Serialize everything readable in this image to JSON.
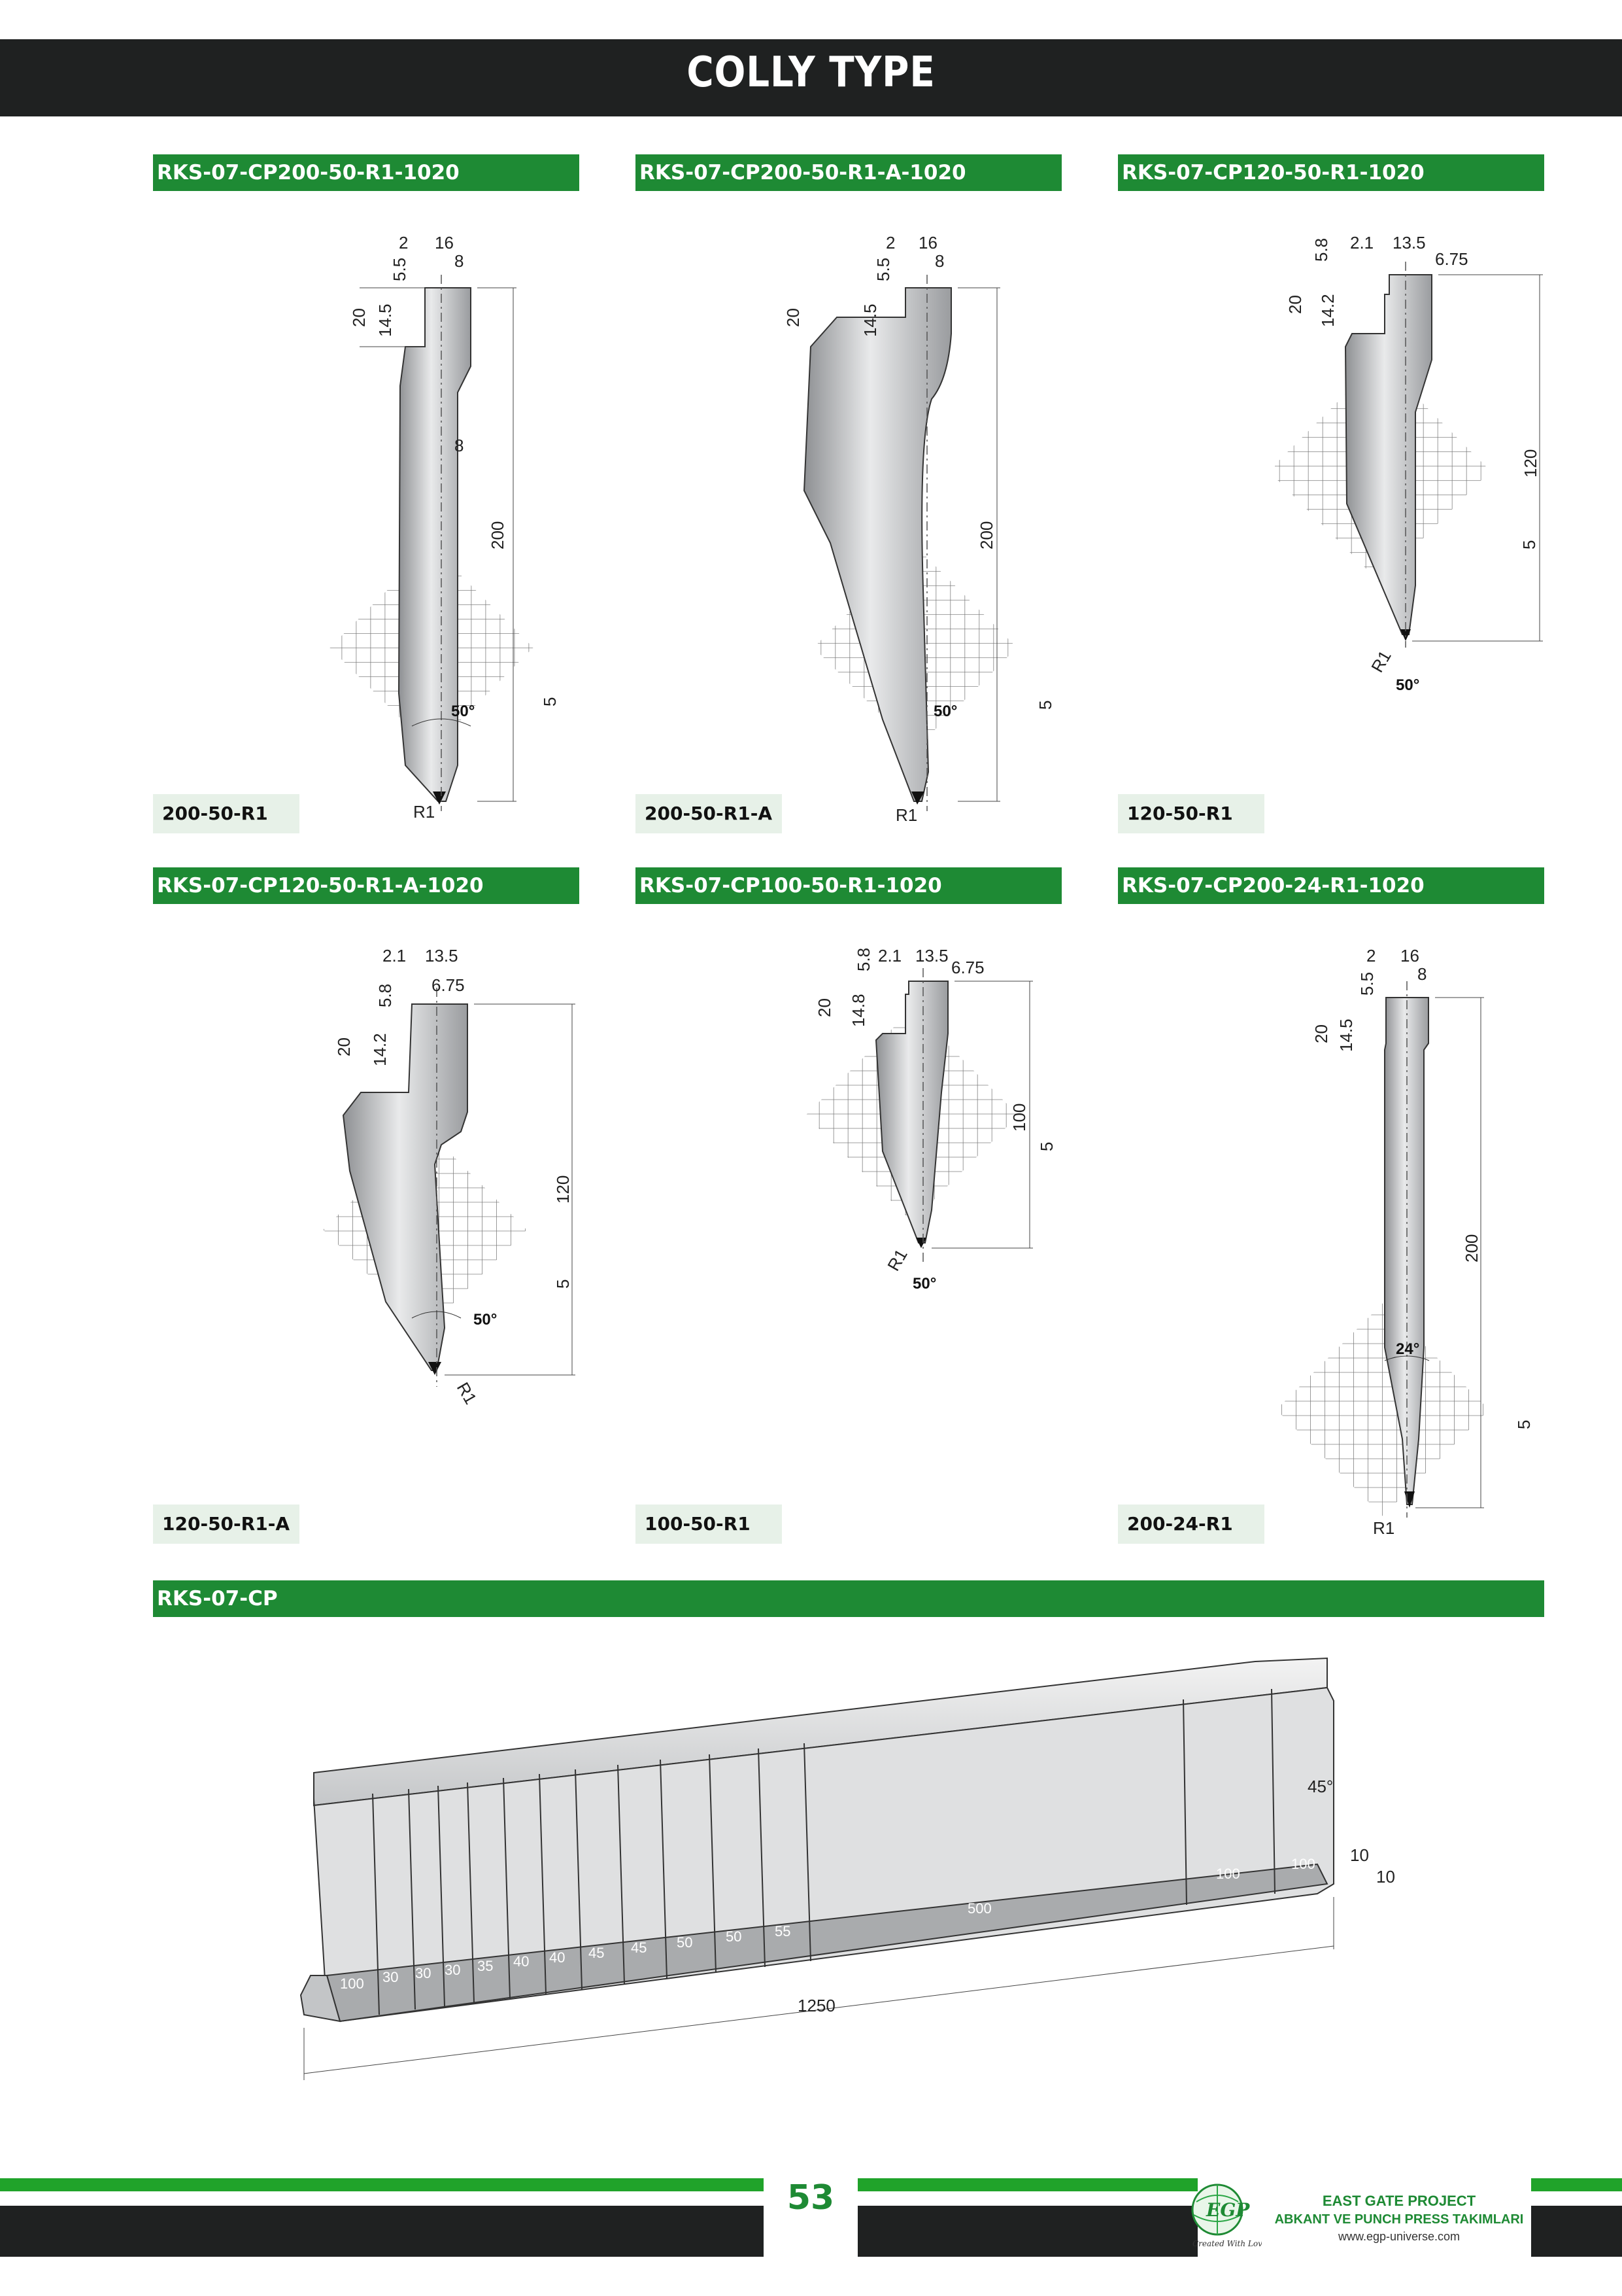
{
  "header": {
    "title": "COLLY TYPE"
  },
  "tools": [
    {
      "code": "RKS-07-CP200-50-R1-1020",
      "caption": "200-50-R1",
      "dims": [
        "2",
        "16",
        "8",
        "5.5",
        "20",
        "14.5",
        "8",
        "200",
        "5",
        "50°",
        "R1"
      ]
    },
    {
      "code": "RKS-07-CP200-50-R1-A-1020",
      "caption": "200-50-R1-A",
      "dims": [
        "2",
        "16",
        "8",
        "5.5",
        "20",
        "14.5",
        "200",
        "5",
        "50°",
        "R1"
      ]
    },
    {
      "code": "RKS-07-CP120-50-R1-1020",
      "caption": "120-50-R1",
      "dims": [
        "5.8",
        "2.1",
        "13.5",
        "6.75",
        "20",
        "14.2",
        "120",
        "5",
        "R1",
        "50°"
      ]
    },
    {
      "code": "RKS-07-CP120-50-R1-A-1020",
      "caption": "120-50-R1-A",
      "dims": [
        "2.1",
        "13.5",
        "5.8",
        "6.75",
        "20",
        "14.2",
        "120",
        "5",
        "50°",
        "R1"
      ]
    },
    {
      "code": "RKS-07-CP100-50-R1-1020",
      "caption": "100-50-R1",
      "dims": [
        "5.8",
        "2.1",
        "13.5",
        "6.75",
        "20",
        "14.8",
        "100",
        "5",
        "R1",
        "50°"
      ]
    },
    {
      "code": "RKS-07-CP200-24-R1-1020",
      "caption": "200-24-R1",
      "dims": [
        "2",
        "16",
        "8",
        "5.5",
        "20",
        "14.5",
        "200",
        "24°",
        "5",
        "R1"
      ]
    }
  ],
  "segments": {
    "code": "RKS-07-CP",
    "pieces": [
      "100",
      "30",
      "30",
      "30",
      "35",
      "40",
      "40",
      "45",
      "45",
      "50",
      "50",
      "55",
      "500",
      "100",
      "100"
    ],
    "end_dims": [
      "45°",
      "10",
      "10"
    ],
    "total": "1250"
  },
  "footer": {
    "page_number": "53",
    "logo": "EGP",
    "logo_tagline": "Created With Love",
    "company": "EAST GATE PROJECT",
    "subtitle": "ABKANT VE PUNCH PRESS TAKIMLARI",
    "website": "www.egp-universe.com"
  }
}
